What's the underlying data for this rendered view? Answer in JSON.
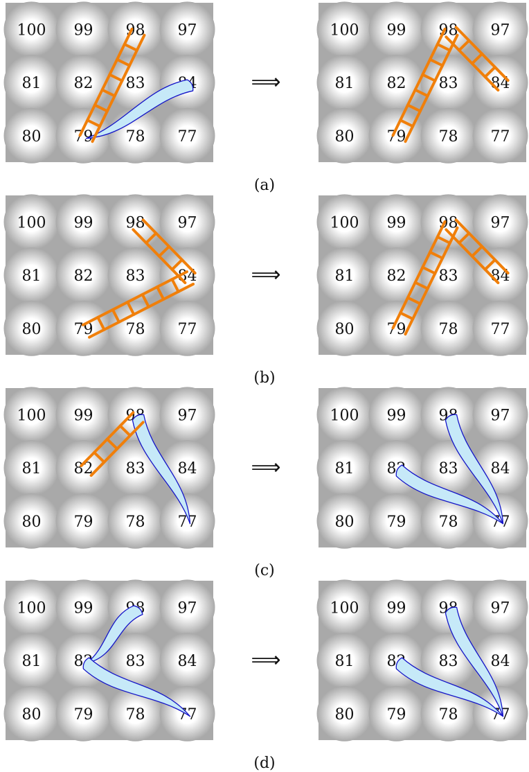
{
  "board_numbers": [
    [
      "100",
      "99",
      "98",
      "97"
    ],
    [
      "81",
      "82",
      "83",
      "84"
    ],
    [
      "80",
      "79",
      "78",
      "77"
    ]
  ],
  "arrow": "⟹",
  "colors": {
    "board_bg": "#a9a9a9",
    "cell_glow": "#ffffff",
    "ladder": "#f07f0a",
    "snake_fill": "#c6e9f8",
    "snake_stroke": "#1414c8"
  },
  "panels": [
    {
      "label": "(a)",
      "before": {
        "ladders": [
          {
            "from": "79",
            "to": "98"
          }
        ],
        "snakes": [
          {
            "head": "84",
            "tail": "79"
          }
        ]
      },
      "after": {
        "ladders": [
          {
            "from": "79",
            "to": "98"
          },
          {
            "from": "84",
            "to": "98"
          }
        ],
        "snakes": []
      }
    },
    {
      "label": "(b)",
      "before": {
        "ladders": [
          {
            "from": "84",
            "to": "98"
          },
          {
            "from": "79",
            "to": "84"
          }
        ],
        "snakes": []
      },
      "after": {
        "ladders": [
          {
            "from": "79",
            "to": "98"
          },
          {
            "from": "84",
            "to": "98"
          }
        ],
        "snakes": []
      }
    },
    {
      "label": "(c)",
      "before": {
        "ladders": [
          {
            "from": "82",
            "to": "98"
          }
        ],
        "snakes": [
          {
            "head": "98",
            "tail": "77"
          }
        ]
      },
      "after": {
        "ladders": [],
        "snakes": [
          {
            "head": "98",
            "tail": "77"
          },
          {
            "head": "82",
            "tail": "77"
          }
        ]
      }
    },
    {
      "label": "(d)",
      "before": {
        "ladders": [],
        "snakes": [
          {
            "head": "98",
            "tail": "82"
          },
          {
            "head": "82",
            "tail": "77"
          }
        ]
      },
      "after": {
        "ladders": [],
        "snakes": [
          {
            "head": "98",
            "tail": "77"
          },
          {
            "head": "82",
            "tail": "77"
          }
        ]
      }
    }
  ]
}
